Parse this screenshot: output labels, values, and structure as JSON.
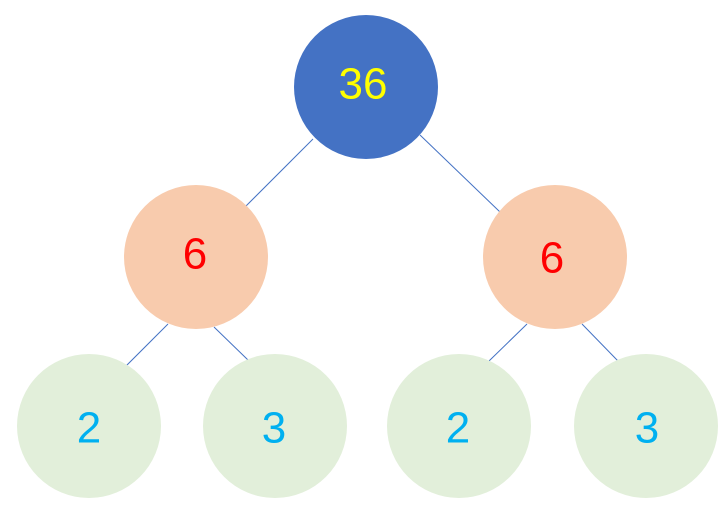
{
  "colors": {
    "edge": "#4472c4",
    "root_fill": "#4472c4",
    "root_text": "#ffff00",
    "middle_fill": "#f8cbad",
    "middle_text": "#ff0000",
    "leaf_fill": "#e2efda",
    "leaf_text": "#00b0f0"
  },
  "tree": {
    "root": {
      "label": "36"
    },
    "left": {
      "label": "6"
    },
    "right": {
      "label": "6"
    },
    "left_left": {
      "label": "2"
    },
    "left_right": {
      "label": "3"
    },
    "right_left": {
      "label": "2"
    },
    "right_right": {
      "label": "3"
    }
  }
}
